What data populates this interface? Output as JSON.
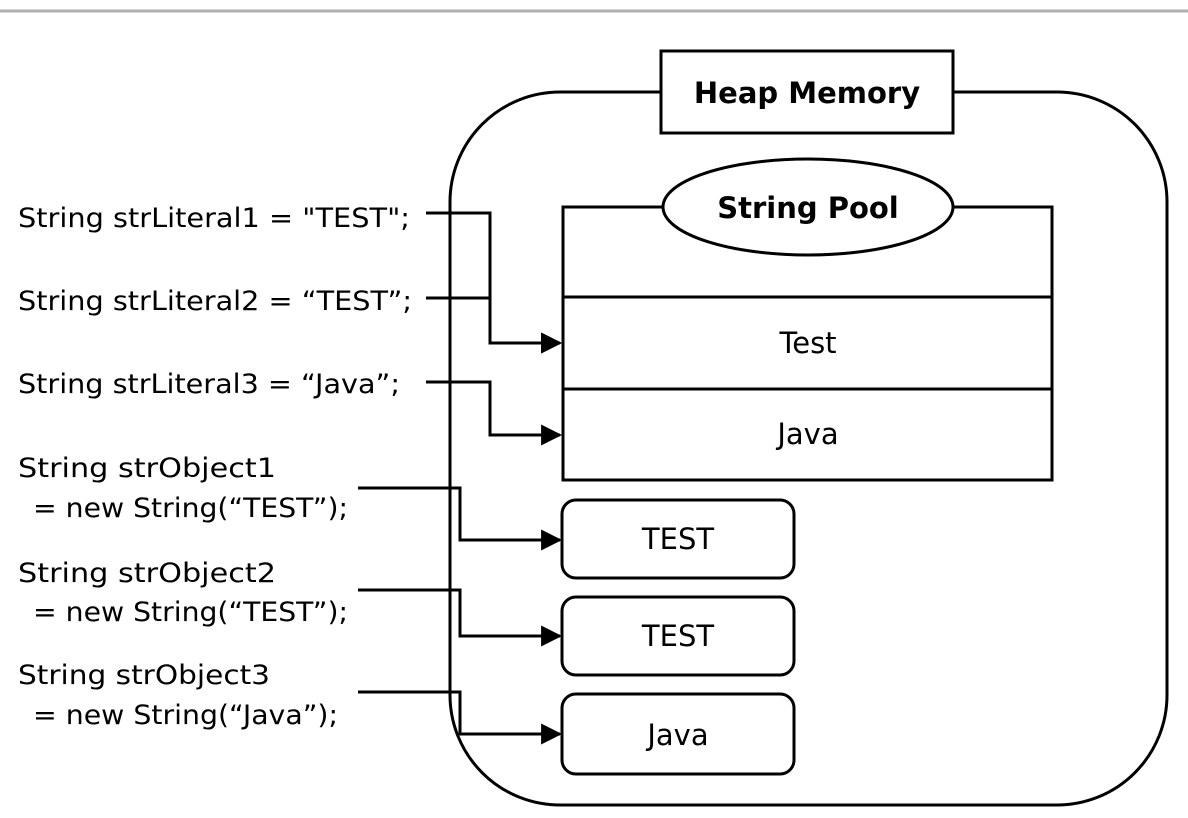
{
  "heap": {
    "title": "Heap Memory",
    "pool": {
      "title": "String Pool",
      "entries": [
        "Test",
        "Java"
      ]
    },
    "objects": [
      "TEST",
      "TEST",
      "Java"
    ]
  },
  "code": {
    "literals": [
      "String strLiteral1 = \"TEST\";",
      "String strLiteral2 = “TEST”;",
      "String strLiteral3 = “Java”;"
    ],
    "objects": [
      {
        "line1": "String strObject1",
        "line2": "= new String(“TEST”);"
      },
      {
        "line1": "String strObject2",
        "line2": "= new String(“TEST”);"
      },
      {
        "line1": "String strObject3",
        "line2": "= new String(“Java”);"
      }
    ]
  }
}
